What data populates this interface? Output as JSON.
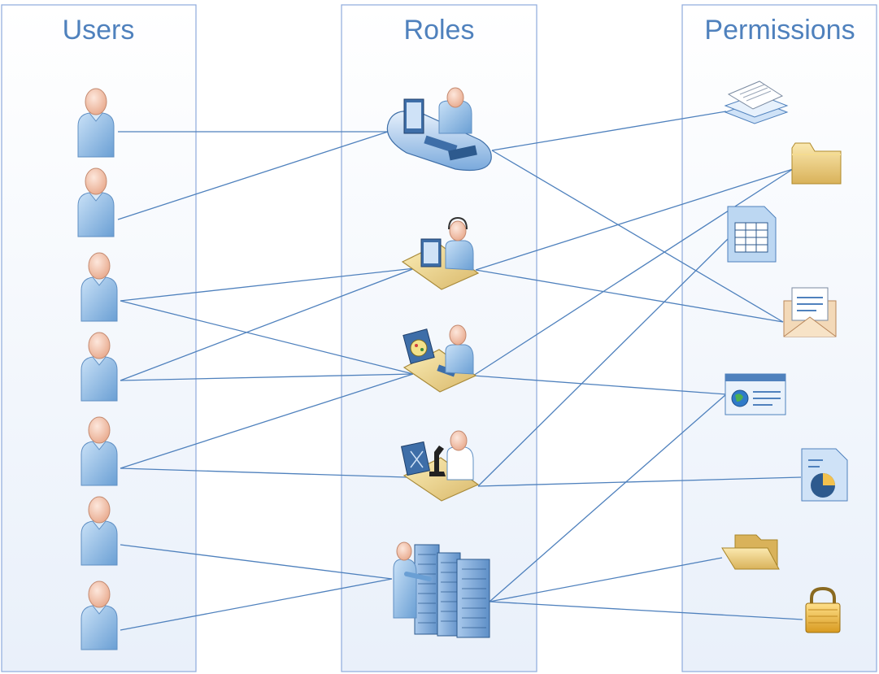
{
  "columns": {
    "users": {
      "title": "Users"
    },
    "roles": {
      "title": "Roles"
    },
    "permissions": {
      "title": "Permissions"
    }
  },
  "users": [
    "user-1",
    "user-2",
    "user-3",
    "user-4",
    "user-5",
    "user-6",
    "user-7"
  ],
  "roles": [
    {
      "id": "role-desk-computer-icon"
    },
    {
      "id": "role-support-agent-icon"
    },
    {
      "id": "role-designer-icon"
    },
    {
      "id": "role-scientist-icon"
    },
    {
      "id": "role-server-admin-icon"
    }
  ],
  "permissions": [
    {
      "id": "documents-icon"
    },
    {
      "id": "folder-icon"
    },
    {
      "id": "spreadsheet-icon"
    },
    {
      "id": "email-icon"
    },
    {
      "id": "web-page-icon"
    },
    {
      "id": "report-chart-icon"
    },
    {
      "id": "open-folder-icon"
    },
    {
      "id": "lock-icon"
    }
  ],
  "colors": {
    "accent": "#4f81bd",
    "column_border": "#8eaadb",
    "column_fill_top": "#ffffff",
    "column_fill_bottom": "#eef3fb"
  },
  "connections": {
    "user_to_role": [
      [
        0,
        0
      ],
      [
        1,
        0
      ],
      [
        2,
        1
      ],
      [
        2,
        2
      ],
      [
        3,
        1
      ],
      [
        3,
        2
      ],
      [
        4,
        2
      ],
      [
        4,
        3
      ],
      [
        5,
        4
      ],
      [
        6,
        4
      ]
    ],
    "role_to_permission": [
      [
        0,
        0
      ],
      [
        0,
        3
      ],
      [
        1,
        1
      ],
      [
        1,
        3
      ],
      [
        2,
        1
      ],
      [
        2,
        4
      ],
      [
        3,
        2
      ],
      [
        3,
        5
      ],
      [
        4,
        4
      ],
      [
        4,
        6
      ],
      [
        4,
        7
      ]
    ]
  }
}
